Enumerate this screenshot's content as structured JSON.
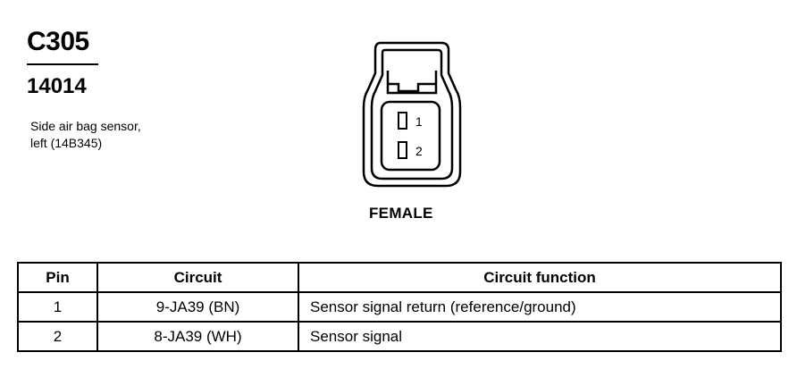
{
  "header": {
    "connector_id": "C305",
    "part_number": "14014",
    "description_lines": [
      "Side air bag sensor,",
      "left (14B345)"
    ]
  },
  "connector": {
    "pin_labels": [
      "1",
      "2"
    ],
    "gender": "FEMALE"
  },
  "table": {
    "headers": [
      "Pin",
      "Circuit",
      "Circuit function"
    ],
    "rows": [
      {
        "pin": "1",
        "circuit": "9-JA39 (BN)",
        "function": "Sensor signal return (reference/ground)"
      },
      {
        "pin": "2",
        "circuit": "8-JA39 (WH)",
        "function": "Sensor signal"
      }
    ]
  }
}
